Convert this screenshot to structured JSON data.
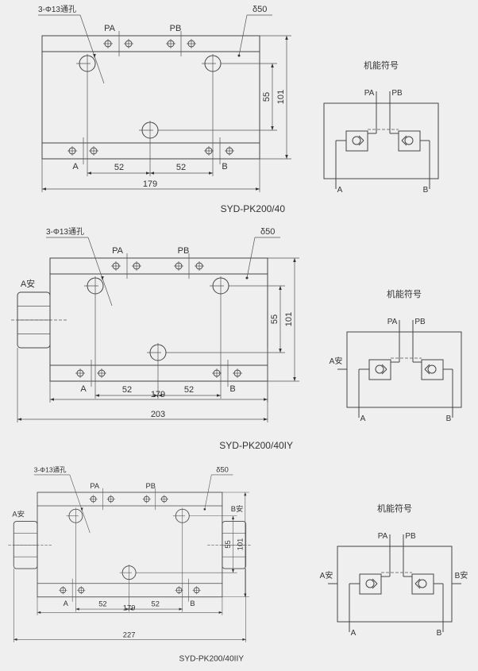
{
  "sections": [
    {
      "model": "SYD-PK200/40",
      "hole_label": "3-Φ13通孔",
      "thickness_label": "δ50",
      "port_pa": "PA",
      "port_pb": "PB",
      "port_a": "A",
      "port_b": "B",
      "dim_52_left": "52",
      "dim_52_right": "52",
      "dim_179": "179",
      "dim_55": "55",
      "dim_101": "101",
      "symbol": {
        "title": "机能符号",
        "pa": "PA",
        "pb": "PB",
        "a": "A",
        "b": "B"
      }
    },
    {
      "model": "SYD-PK200/40IY",
      "hole_label": "3-Φ13通孔",
      "thickness_label": "δ50",
      "port_pa": "PA",
      "port_pb": "PB",
      "port_a": "A",
      "port_b": "B",
      "safety_a": "A安",
      "dim_52_left": "52",
      "dim_52_right": "52",
      "dim_179": "179",
      "dim_total": "203",
      "dim_55": "55",
      "dim_101": "101",
      "symbol": {
        "title": "机能符号",
        "pa": "PA",
        "pb": "PB",
        "a": "A",
        "b": "B",
        "safety_a": "A安"
      }
    },
    {
      "model": "SYD-PK200/40IIY",
      "hole_label": "3-Φ13通孔",
      "thickness_label": "δ50",
      "port_pa": "PA",
      "port_pb": "PB",
      "port_a": "A",
      "port_b": "B",
      "safety_a": "A安",
      "safety_b": "B安",
      "dim_52_left": "52",
      "dim_52_right": "52",
      "dim_179": "179",
      "dim_total": "227",
      "dim_55": "55",
      "dim_101": "101",
      "symbol": {
        "title": "机能符号",
        "pa": "PA",
        "pb": "PB",
        "a": "A",
        "b": "B",
        "safety_a": "A安",
        "safety_b": "B安"
      }
    }
  ]
}
